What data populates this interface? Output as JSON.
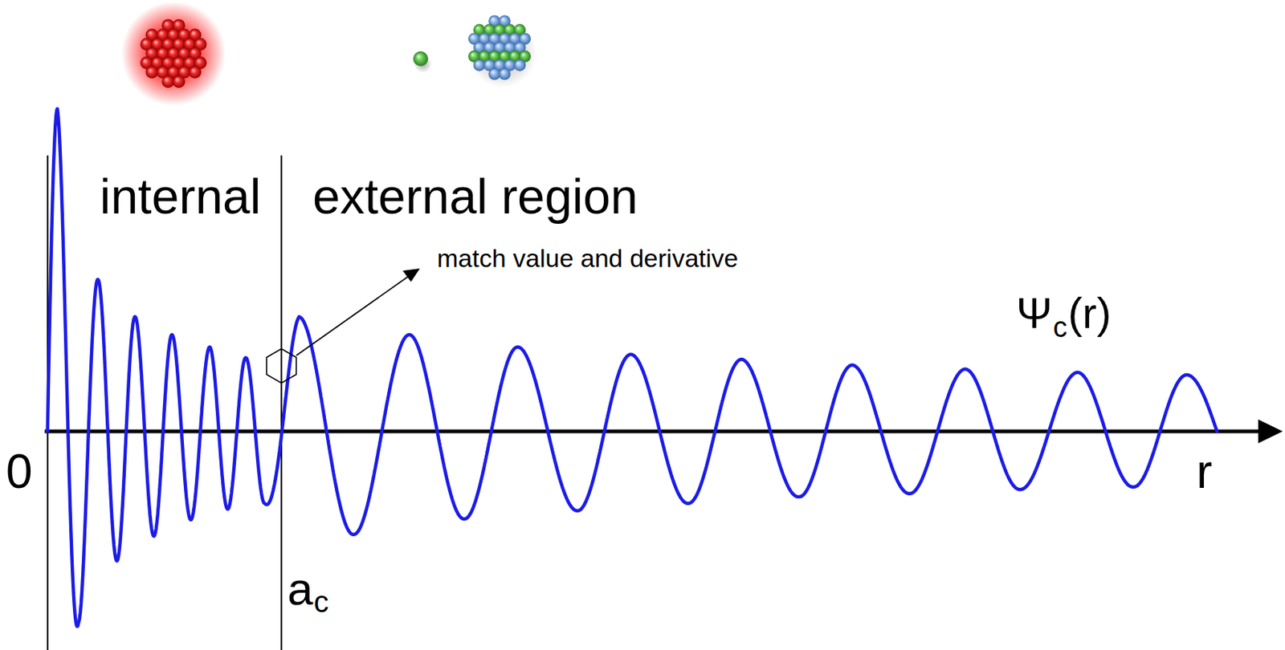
{
  "diagram": {
    "labels": [
      "internal",
      "external region",
      "match value and derivative",
      "Ψ",
      "c",
      "(r)",
      "0",
      "r",
      "a",
      "c"
    ]
  }
}
